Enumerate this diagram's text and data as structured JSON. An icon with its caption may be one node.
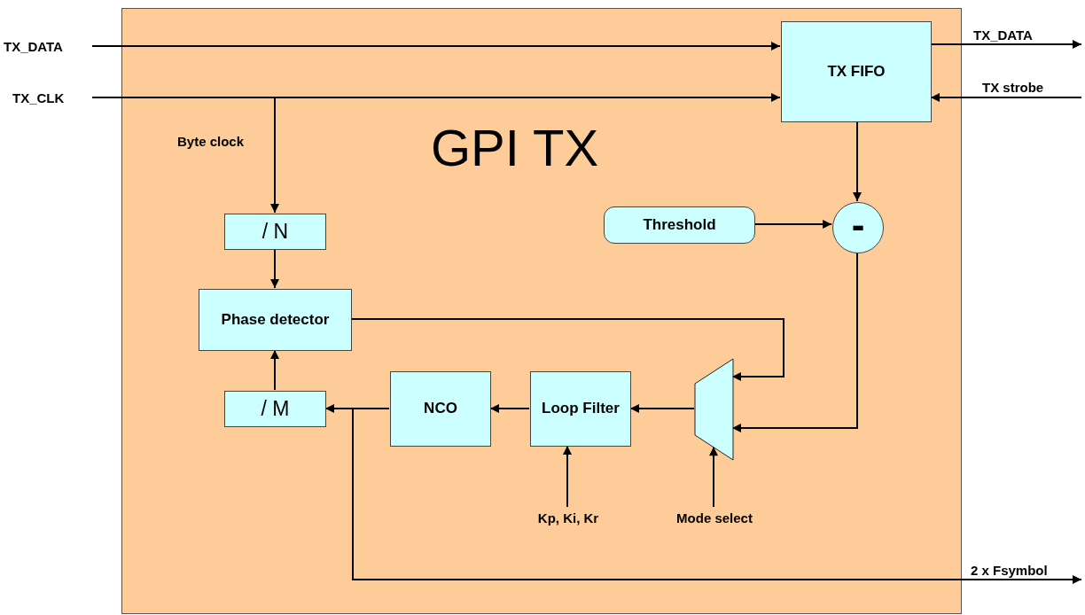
{
  "diagram": {
    "nodes": [
      {
        "text": [
          "GPI TX"
        ]
      },
      {
        "text": [
          "TX FIFO"
        ],
        "in": 0
      },
      {
        "text": [
          "Threshold"
        ],
        "in": 0
      },
      {
        "text": [
          "-"
        ],
        "in": 0
      },
      {
        "text": [
          "/ N"
        ],
        "in": 0
      },
      {
        "text": [
          "Phase detector"
        ],
        "in": 0
      },
      {
        "text": [
          "/ M"
        ],
        "in": 0
      },
      {
        "text": [
          "NCO"
        ],
        "in": 0
      },
      {
        "text": [
          "Loop Filter"
        ],
        "in": 0
      },
      {
        "text": [],
        "shape": "trapezoid",
        "in": 0
      },
      {
        "text": [
          "TX_DATA"
        ]
      },
      {
        "text": [
          "TX_CLK"
        ]
      },
      {
        "text": [
          "TX_DATA"
        ]
      },
      {
        "text": [
          "TX strobe"
        ]
      },
      {
        "text": [
          "Kp, Ki, Kr"
        ],
        "in": 0
      },
      {
        "text": [
          "Mode select"
        ],
        "in": 0
      },
      {
        "text": [
          "2 x Fsymbol"
        ]
      }
    ],
    "edges": [
      {
        "from": 10,
        "to": 1,
        "arrow": "to"
      },
      {
        "from": 11,
        "to": 1,
        "arrow": "to"
      },
      {
        "from": 11,
        "to": 4,
        "arrow": "to"
      },
      {
        "from": 1,
        "to": 12,
        "arrow": "to"
      },
      {
        "from": 13,
        "to": 1,
        "arrow": "to"
      },
      {
        "from": 1,
        "to": 3,
        "arrow": "to"
      },
      {
        "from": 2,
        "to": 3,
        "arrow": "to"
      },
      {
        "from": 3,
        "to": 9,
        "arrow": "to"
      },
      {
        "from": 5,
        "to": 9,
        "arrow": "to"
      },
      {
        "from": 9,
        "to": 8,
        "arrow": "to"
      },
      {
        "from": 8,
        "to": 7,
        "arrow": "to"
      },
      {
        "from": 7,
        "to": 6,
        "arrow": "to"
      },
      {
        "from": 6,
        "to": 5,
        "arrow": "to"
      },
      {
        "from": 4,
        "to": 5,
        "arrow": "to"
      },
      {
        "from": 14,
        "to": 8,
        "arrow": "to"
      },
      {
        "from": 15,
        "to": 9,
        "arrow": "to"
      },
      {
        "from": 7,
        "to": 16,
        "arrow": "to"
      }
    ],
    "labels": [
      "Byte clock"
    ]
  }
}
